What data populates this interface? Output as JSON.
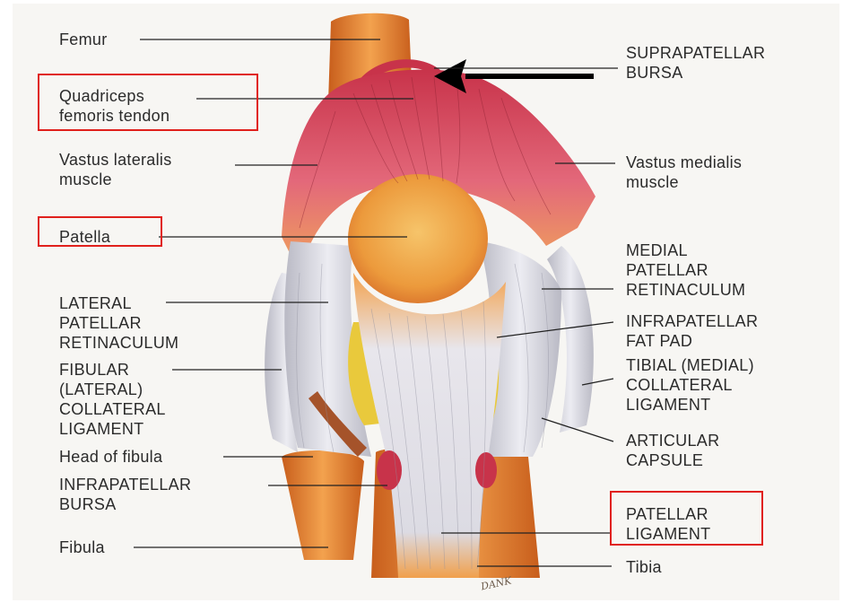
{
  "labels": {
    "femur": "Femur",
    "quadriceps": "Quadriceps\nfemoris tendon",
    "vastus_lateralis": "Vastus lateralis\nmuscle",
    "patella": "Patella",
    "lateral_retinaculum": "LATERAL\nPATELLAR\nRETINACULUM",
    "fibular_ligament": "FIBULAR\n(LATERAL)\nCOLLATERAL\nLIGAMENT",
    "head_fibula": "Head of fibula",
    "infrapatellar_bursa": "INFRAPATELLAR\nBURSA",
    "fibula": "Fibula",
    "suprapatellar": "SUPRAPATELLAR\nBURSA",
    "vastus_medialis": "Vastus medialis\nmuscle",
    "medial_retinaculum": "MEDIAL\nPATELLAR\nRETINACULUM",
    "fat_pad": "INFRAPATELLAR\nFAT PAD",
    "tibial_ligament": "TIBIAL (MEDIAL)\nCOLLATERAL\nLIGAMENT",
    "capsule": "ARTICULAR\nCAPSULE",
    "patellar_ligament": "PATELLAR\nLIGAMENT",
    "tibia": "Tibia"
  },
  "artist_signature": "DANK",
  "colors": {
    "highlight": "#e0201c",
    "muscle": "#d8475a",
    "bone": "#e98a3c",
    "ligament": "#d9d9e1",
    "fat": "#e9c93c",
    "text": "#2b2b2b"
  }
}
